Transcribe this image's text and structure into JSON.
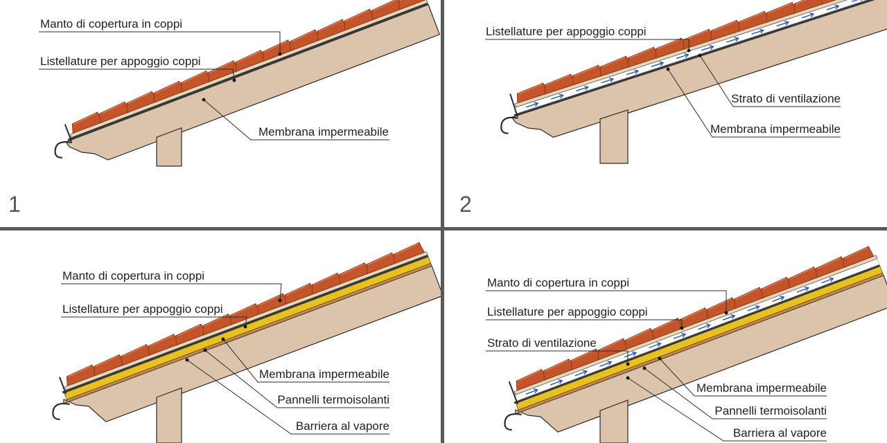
{
  "colors": {
    "divider": "#5a5a5a",
    "wall": "#dcc3ac",
    "outline": "#2a2a2a",
    "tile": "#c4552b",
    "tile_dark": "#8e3817",
    "batten": "#e6d8bd",
    "membrane": "#3a3a3a",
    "ventilation": "#ffffff",
    "arrow": "#2b50b8",
    "insulation": "#e8c020",
    "vapor": "#c98a40"
  },
  "panels": [
    {
      "number": "1",
      "labels": [
        "Manto di copertura in coppi",
        "Listellature per appoggio coppi",
        "Membrana impermeabile"
      ]
    },
    {
      "number": "2",
      "labels": [
        "Listellature per appoggio coppi",
        "Strato di ventilazione",
        "Membrana impermeabile"
      ]
    },
    {
      "number": "",
      "labels": [
        "Manto di copertura in coppi",
        "Listellature per appoggio coppi",
        "Membrana impermeabile",
        "Pannelli termoisolanti",
        "Barriera al vapore"
      ]
    },
    {
      "number": "",
      "labels": [
        "Manto di copertura in coppi",
        "Listellature per appoggio coppi",
        "Strato di ventilazione",
        "Membrana impermeabile",
        "Pannelli termoisolanti",
        "Barriera al vapore"
      ]
    }
  ]
}
